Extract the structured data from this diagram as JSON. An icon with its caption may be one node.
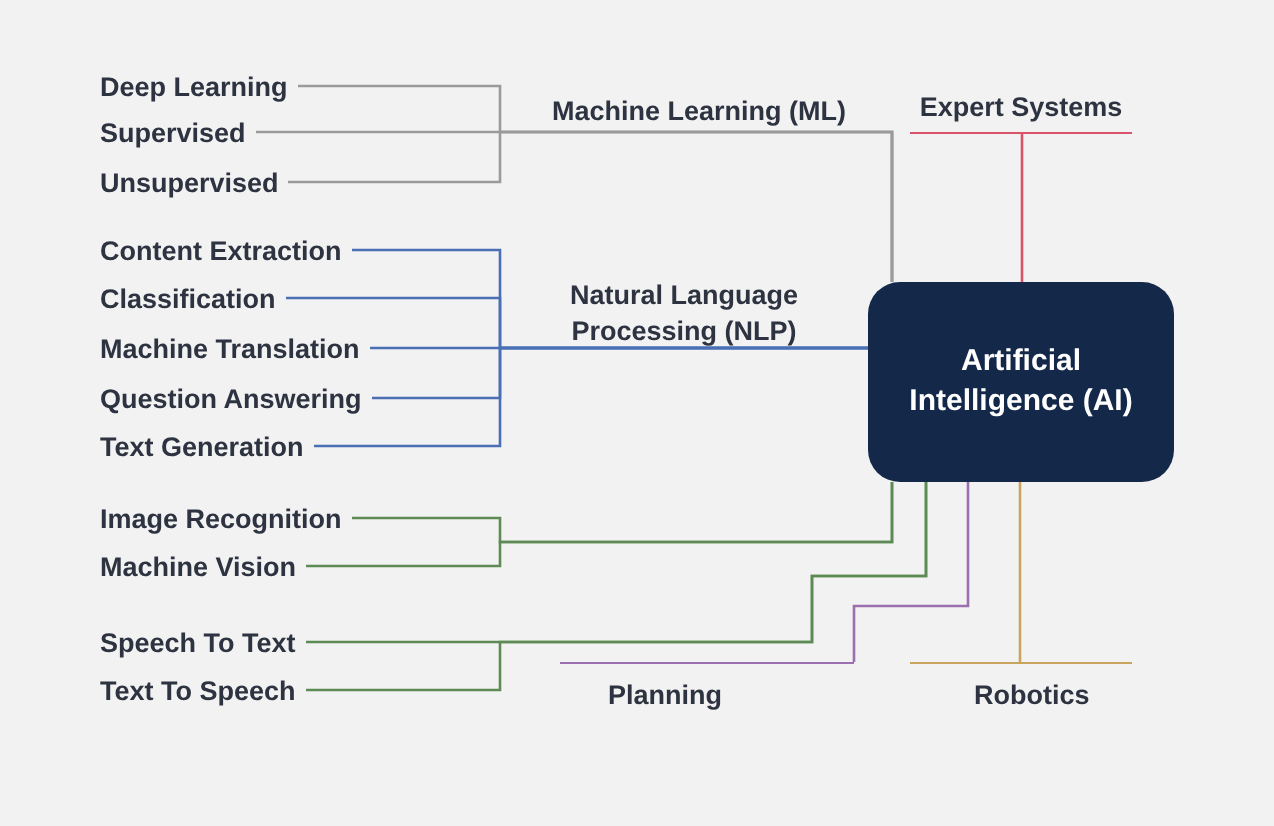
{
  "diagram": {
    "nodes": [
      {
        "text": [
          "Deep Learning"
        ]
      },
      {
        "text": [
          "Supervised"
        ]
      },
      {
        "text": [
          "Unsupervised"
        ]
      },
      {
        "text": [
          "Expert Systems"
        ]
      },
      {
        "text": [
          "Content Extraction"
        ]
      },
      {
        "text": [
          "Classification"
        ]
      },
      {
        "text": [
          "Machine Translation"
        ]
      },
      {
        "text": [
          "Question Answering"
        ]
      },
      {
        "text": [
          "Text Generation"
        ]
      },
      {
        "text": [
          "Artificial Intelligence (AI)"
        ]
      },
      {
        "text": [
          "Image Recognition"
        ]
      },
      {
        "text": [
          "Machine Vision"
        ]
      },
      {
        "text": [
          "Speech To Text"
        ]
      },
      {
        "text": [
          "Text To Speech"
        ]
      },
      {
        "text": [
          "Planning"
        ]
      },
      {
        "text": [
          "Robotics"
        ]
      }
    ],
    "edges": [
      {
        "from": 0,
        "to": 9,
        "arrow": "none",
        "color": "#9a9a9a"
      },
      {
        "from": 1,
        "to": 9,
        "arrow": "none",
        "color": "#9a9a9a",
        "label": "Machine Learning (ML)"
      },
      {
        "from": 2,
        "to": 9,
        "arrow": "none",
        "color": "#9a9a9a"
      },
      {
        "from": 4,
        "to": 9,
        "arrow": "none",
        "color": "#4a6fb5"
      },
      {
        "from": 5,
        "to": 9,
        "arrow": "none",
        "color": "#4a6fb5"
      },
      {
        "from": 6,
        "to": 9,
        "arrow": "none",
        "color": "#4a6fb5",
        "label": "Natural Language Processing (NLP)"
      },
      {
        "from": 7,
        "to": 9,
        "arrow": "none",
        "color": "#4a6fb5"
      },
      {
        "from": 8,
        "to": 9,
        "arrow": "none",
        "color": "#4a6fb5"
      },
      {
        "from": 10,
        "to": 9,
        "arrow": "none",
        "color": "#5d8a55"
      },
      {
        "from": 11,
        "to": 9,
        "arrow": "none",
        "color": "#5d8a55"
      },
      {
        "from": 12,
        "to": 9,
        "arrow": "none",
        "color": "#5d8a55"
      },
      {
        "from": 13,
        "to": 9,
        "arrow": "none",
        "color": "#5d8a55"
      },
      {
        "from": 9,
        "to": 14,
        "arrow": "none",
        "color": "#9b6fb0"
      },
      {
        "from": 9,
        "to": 15,
        "arrow": "none",
        "color": "#c9a45c"
      },
      {
        "from": 9,
        "to": 3,
        "arrow": "none",
        "color": "#d9546a"
      }
    ]
  }
}
